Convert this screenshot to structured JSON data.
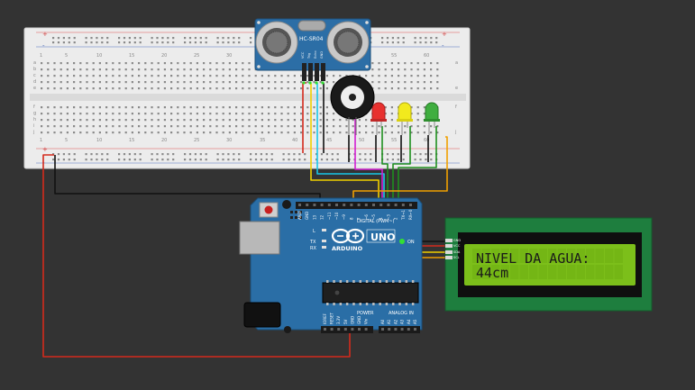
{
  "breadboard": {
    "row_letters_top": [
      "a",
      "b",
      "c",
      "d",
      "e"
    ],
    "row_letters_bottom": [
      "f",
      "g",
      "h",
      "i",
      "j"
    ],
    "column_numbers": [
      "1",
      "5",
      "10",
      "15",
      "20",
      "25",
      "30",
      "35",
      "40",
      "45",
      "50",
      "55",
      "60"
    ],
    "rail_plus": "+",
    "rail_minus": "-"
  },
  "sensor": {
    "model": "HC-SR04",
    "pins": [
      "VCC",
      "Trig",
      "Echo",
      "GND"
    ]
  },
  "arduino": {
    "brand": "ARDUINO",
    "model": "UNO",
    "digital_label": "DIGITAL (PWM~)",
    "power_label": "POWER",
    "analog_label": "ANALOG IN",
    "on_label": "ON",
    "tx_label": "TX",
    "rx_label": "RX",
    "l_label": "L",
    "digital_pins": [
      "AREF",
      "GND",
      "13",
      "12",
      "~11",
      "~10",
      "~9",
      "8",
      "7",
      "~6",
      "~5",
      "4",
      "~3",
      "2",
      "TX→1",
      "RX←0"
    ],
    "power_pins": [
      "IOREF",
      "RESET",
      "3.3V",
      "5V",
      "GND",
      "GND",
      "Vin"
    ],
    "analog_pins": [
      "A0",
      "A1",
      "A2",
      "A3",
      "A4",
      "A5"
    ]
  },
  "lcd": {
    "line1": "NIVEL DA AGUA:",
    "line2": "44cm",
    "pins": [
      "GND",
      "VCC",
      "SDA",
      "SCL"
    ]
  },
  "leds": [
    {
      "name": "red",
      "color": "#e8312f"
    },
    {
      "name": "yellow",
      "color": "#f2ea1d"
    },
    {
      "name": "green",
      "color": "#3fae3f"
    }
  ],
  "colors": {
    "background": "#333333",
    "breadboard": "#ececec",
    "arduino": "#2a6ea6",
    "lcd_board": "#1e7e3e",
    "lcd_screen": "#7cbf1a",
    "wire_red": "#d42a1c",
    "wire_black": "#111111",
    "wire_yellow": "#f0d000",
    "wire_cyan": "#18c8e8",
    "wire_green": "#1f8f1f",
    "wire_magenta": "#d21fd2",
    "wire_orange": "#f0a000"
  }
}
